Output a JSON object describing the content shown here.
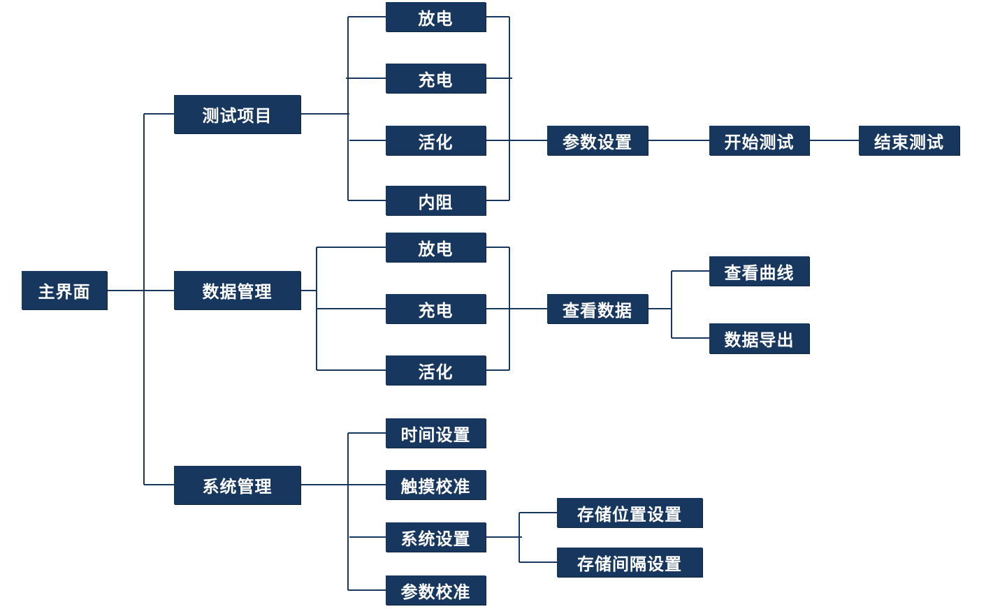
{
  "diagram": {
    "title": "主界面",
    "colors": {
      "node_fill": "#17375e",
      "node_text": "#ffffff",
      "connector": "#17375e"
    },
    "root": {
      "label": "主界面"
    },
    "test_items": {
      "label": "测试项目",
      "children": [
        "放电",
        "充电",
        "活化",
        "内阻"
      ],
      "flow": [
        "参数设置",
        "开始测试",
        "结束测试"
      ]
    },
    "data_management": {
      "label": "数据管理",
      "children": [
        "放电",
        "充电",
        "活化"
      ],
      "view": "查看数据",
      "view_children": [
        "查看曲线",
        "数据导出"
      ]
    },
    "system_management": {
      "label": "系统管理",
      "children": [
        "时间设置",
        "触摸校准",
        "系统设置",
        "参数校准"
      ],
      "system_settings_children": [
        "存储位置设置",
        "存储间隔设置"
      ]
    }
  }
}
